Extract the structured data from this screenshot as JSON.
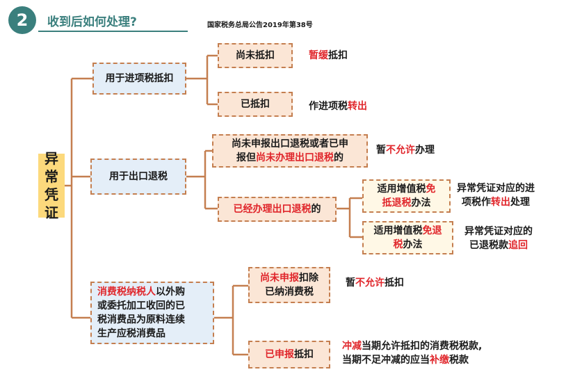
{
  "header": {
    "badge_number": "2",
    "title": "收到后如何处理?",
    "reference": "国家税务总局公告2019年第38号"
  },
  "root": {
    "label_lines": [
      "异",
      "常",
      "凭",
      "证"
    ]
  },
  "branch1": {
    "label": "用于进项税抵扣",
    "a": {
      "label": "尚未抵扣",
      "result_red": "暂缓",
      "result_tail": "抵扣"
    },
    "b": {
      "label": "已抵扣",
      "result_head": "作进项税",
      "result_red": "转出"
    }
  },
  "branch2": {
    "label": "用于出口退税",
    "a": {
      "line1": "尚未申报出口退税或者已申",
      "line2_head": "报但",
      "line2_red": "尚未办理出口退税",
      "line2_tail": "的",
      "result_head": "暂",
      "result_red": "不允许",
      "result_tail": "办理"
    },
    "b": {
      "label_red": "已经办理出口退税",
      "label_tail": "的",
      "c1": {
        "line1_head": "适用增值税",
        "line1_red": "免",
        "line2_red": "抵退税",
        "line2_tail": "办法",
        "res_line1": "异常凭证对应的进",
        "res_line2_head": "项税作",
        "res_line2_red": "转出",
        "res_line2_tail": "处理"
      },
      "c2": {
        "line1_head": "适用增值税",
        "line1_red": "免退",
        "line2_red": "税",
        "line2_tail": "办法",
        "res_line1": "异常凭证对应的",
        "res_line2_head": "已退税款",
        "res_line2_red": "追回"
      }
    }
  },
  "branch3": {
    "line1_red": "消费税纳税人",
    "line1_tail": "以外购",
    "line2": "或委托加工收回的已",
    "line3": "税消费品为原料连续",
    "line4": "生产应税消费品",
    "a": {
      "line1_red": "尚未申报",
      "line1_tail": "扣除",
      "line2": "已纳消费税",
      "result_head": "暂",
      "result_red": "不允许",
      "result_tail": "抵扣"
    },
    "b": {
      "label_red": "已申报",
      "label_tail": "抵扣",
      "res_line1_red": "冲减",
      "res_line1_tail": "当期允许抵扣的消费税税款,",
      "res_line2_head": "当期不足冲减的应当",
      "res_line2_red": "补缴",
      "res_line2_tail": "税款"
    }
  },
  "colors": {
    "accent": "#3a7f7d",
    "connector": "#c47e4f",
    "highlight": "#e0262b",
    "root_fill": "#fcd97c"
  }
}
